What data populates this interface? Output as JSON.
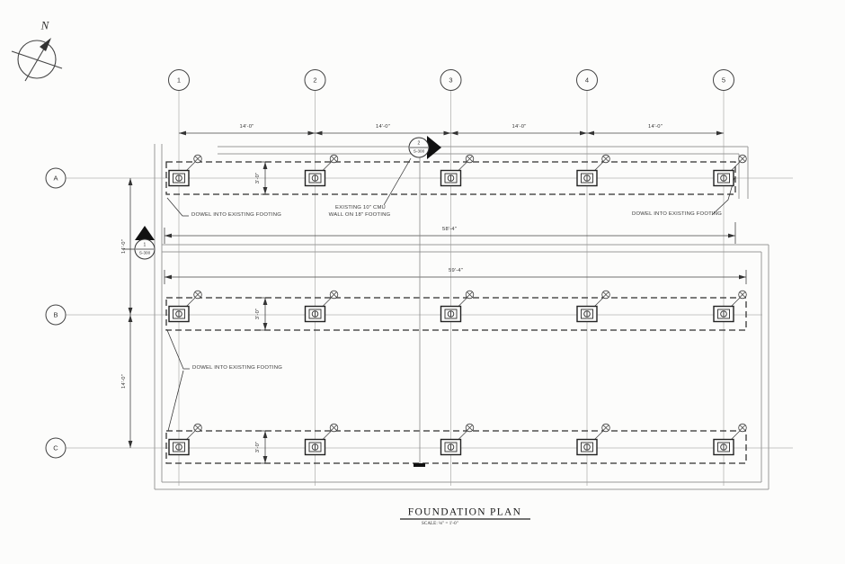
{
  "north": {
    "label": "N"
  },
  "grid_columns": [
    "1",
    "2",
    "3",
    "4",
    "5"
  ],
  "grid_rows": [
    "A",
    "B",
    "C"
  ],
  "dims": {
    "bays": [
      "14'-0\"",
      "14'-0\"",
      "14'-0\"",
      "14'-0\""
    ],
    "overall_top": "58'-4\"",
    "overall_bottom": "59'-4\"",
    "row_spacing_ab": "14'-0\"",
    "row_spacing_bc": "14'-0\"",
    "strip_width": "3'-0\""
  },
  "notes": {
    "dowel": "DOWEL INTO EXISTING FOOTING",
    "cmu_line1": "EXISTING 10\" CMU",
    "cmu_line2": "WALL ON 18\" FOOTING"
  },
  "markers": {
    "m1": {
      "num": "1",
      "sheet": "S-300"
    },
    "m2": {
      "num": "2",
      "sheet": "S-300"
    }
  },
  "title_block": {
    "title": "FOUNDATION PLAN",
    "scale": "SCALE: ⅛\" = 1'-0\""
  },
  "colors": {
    "line_dark": "#2e2e2e",
    "line_grey": "#9a9a9a",
    "grid_grey": "#b5b5b5",
    "paper": "#fcfcfb"
  }
}
